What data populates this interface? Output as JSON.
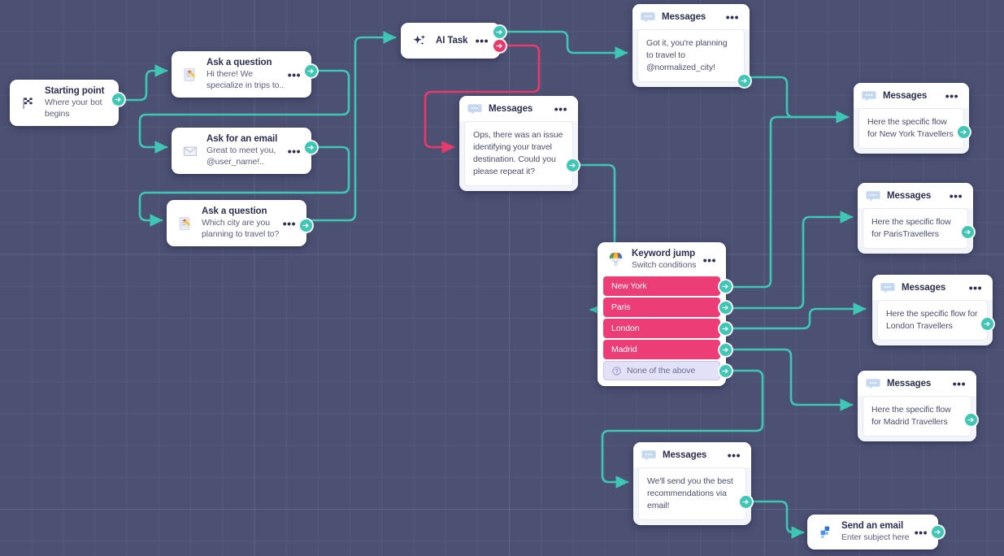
{
  "canvas": {
    "background_color": "#4c5073",
    "grid_color": "#5a5e82",
    "accent_teal": "#3dc7b4",
    "accent_pink": "#ec3d76",
    "accent_red": "#e8396b"
  },
  "nodes": {
    "starting_point": {
      "title": "Starting point",
      "subtitle": "Where your bot begins",
      "icon": "checkered-flag-icon"
    },
    "ask_question_1": {
      "title": "Ask a question",
      "subtitle": "Hi there! We specialize in trips to..",
      "icon": "memo-pencil-icon",
      "menu": "•••"
    },
    "ask_email": {
      "title": "Ask for an email",
      "subtitle": "Great to meet you, @user_name!..",
      "icon": "envelope-icon",
      "menu": "•••"
    },
    "ask_question_2": {
      "title": "Ask a question",
      "subtitle": "Which city are you planning to travel to?",
      "icon": "memo-pencil-icon",
      "menu": "•••"
    },
    "ai_task": {
      "title": "AI Task",
      "icon": "sparkles-icon",
      "menu": "•••"
    },
    "keyword_jump": {
      "title": "Keyword jump",
      "subtitle": "Switch conditions",
      "icon": "parachute-icon",
      "menu": "•••",
      "conditions": [
        {
          "label": "New York",
          "type": "keyword"
        },
        {
          "label": "Paris",
          "type": "keyword"
        },
        {
          "label": "London",
          "type": "keyword"
        },
        {
          "label": "Madrid",
          "type": "keyword"
        },
        {
          "label": "None of the above",
          "type": "fallback",
          "icon": "question-circle-icon"
        }
      ]
    },
    "send_email": {
      "title": "Send an email",
      "subtitle": "Enter subject here",
      "icon": "mailchimp-squares-icon",
      "menu": "•••"
    }
  },
  "messages": {
    "header_label": "Messages",
    "menu": "•••",
    "icon": "speech-bubble-icon",
    "items": {
      "normalized_city": {
        "text": "Got it, you're planning to travel to @normalized_city!"
      },
      "error_repeat": {
        "text": "Ops, there was an issue identifying your travel destination. Could you please repeat it?"
      },
      "new_york": {
        "text": "Here the specific flow for New York Travellers"
      },
      "paris": {
        "text": "Here the specific flow for ParisTravellers"
      },
      "london": {
        "text": "Here the specific flow for London Travellers"
      },
      "madrid": {
        "text": "Here the specific flow for Madrid Travellers"
      },
      "best_recs": {
        "text": "We'll send you the best recommendations via email!"
      }
    }
  }
}
